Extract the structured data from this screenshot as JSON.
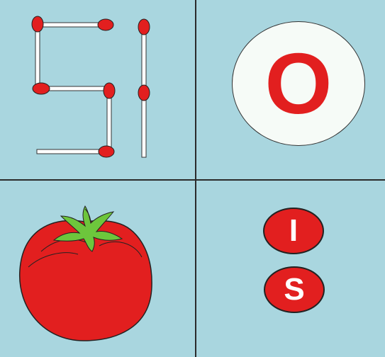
{
  "puzzle": {
    "cells": {
      "matchsticks": {
        "digits": [
          "5",
          "1"
        ]
      },
      "plate": {
        "letter": "O"
      },
      "tomato": {
        "icon": "tomato-icon"
      },
      "badges": [
        {
          "letter": "I"
        },
        {
          "letter": "S"
        }
      ]
    },
    "colors": {
      "background": "#a9d6df",
      "divider": "#2b2b2b",
      "red": "#e21f1f",
      "plate": "#f6fbf7",
      "leaf": "#6dc63c",
      "stick": "#ffffff"
    }
  }
}
